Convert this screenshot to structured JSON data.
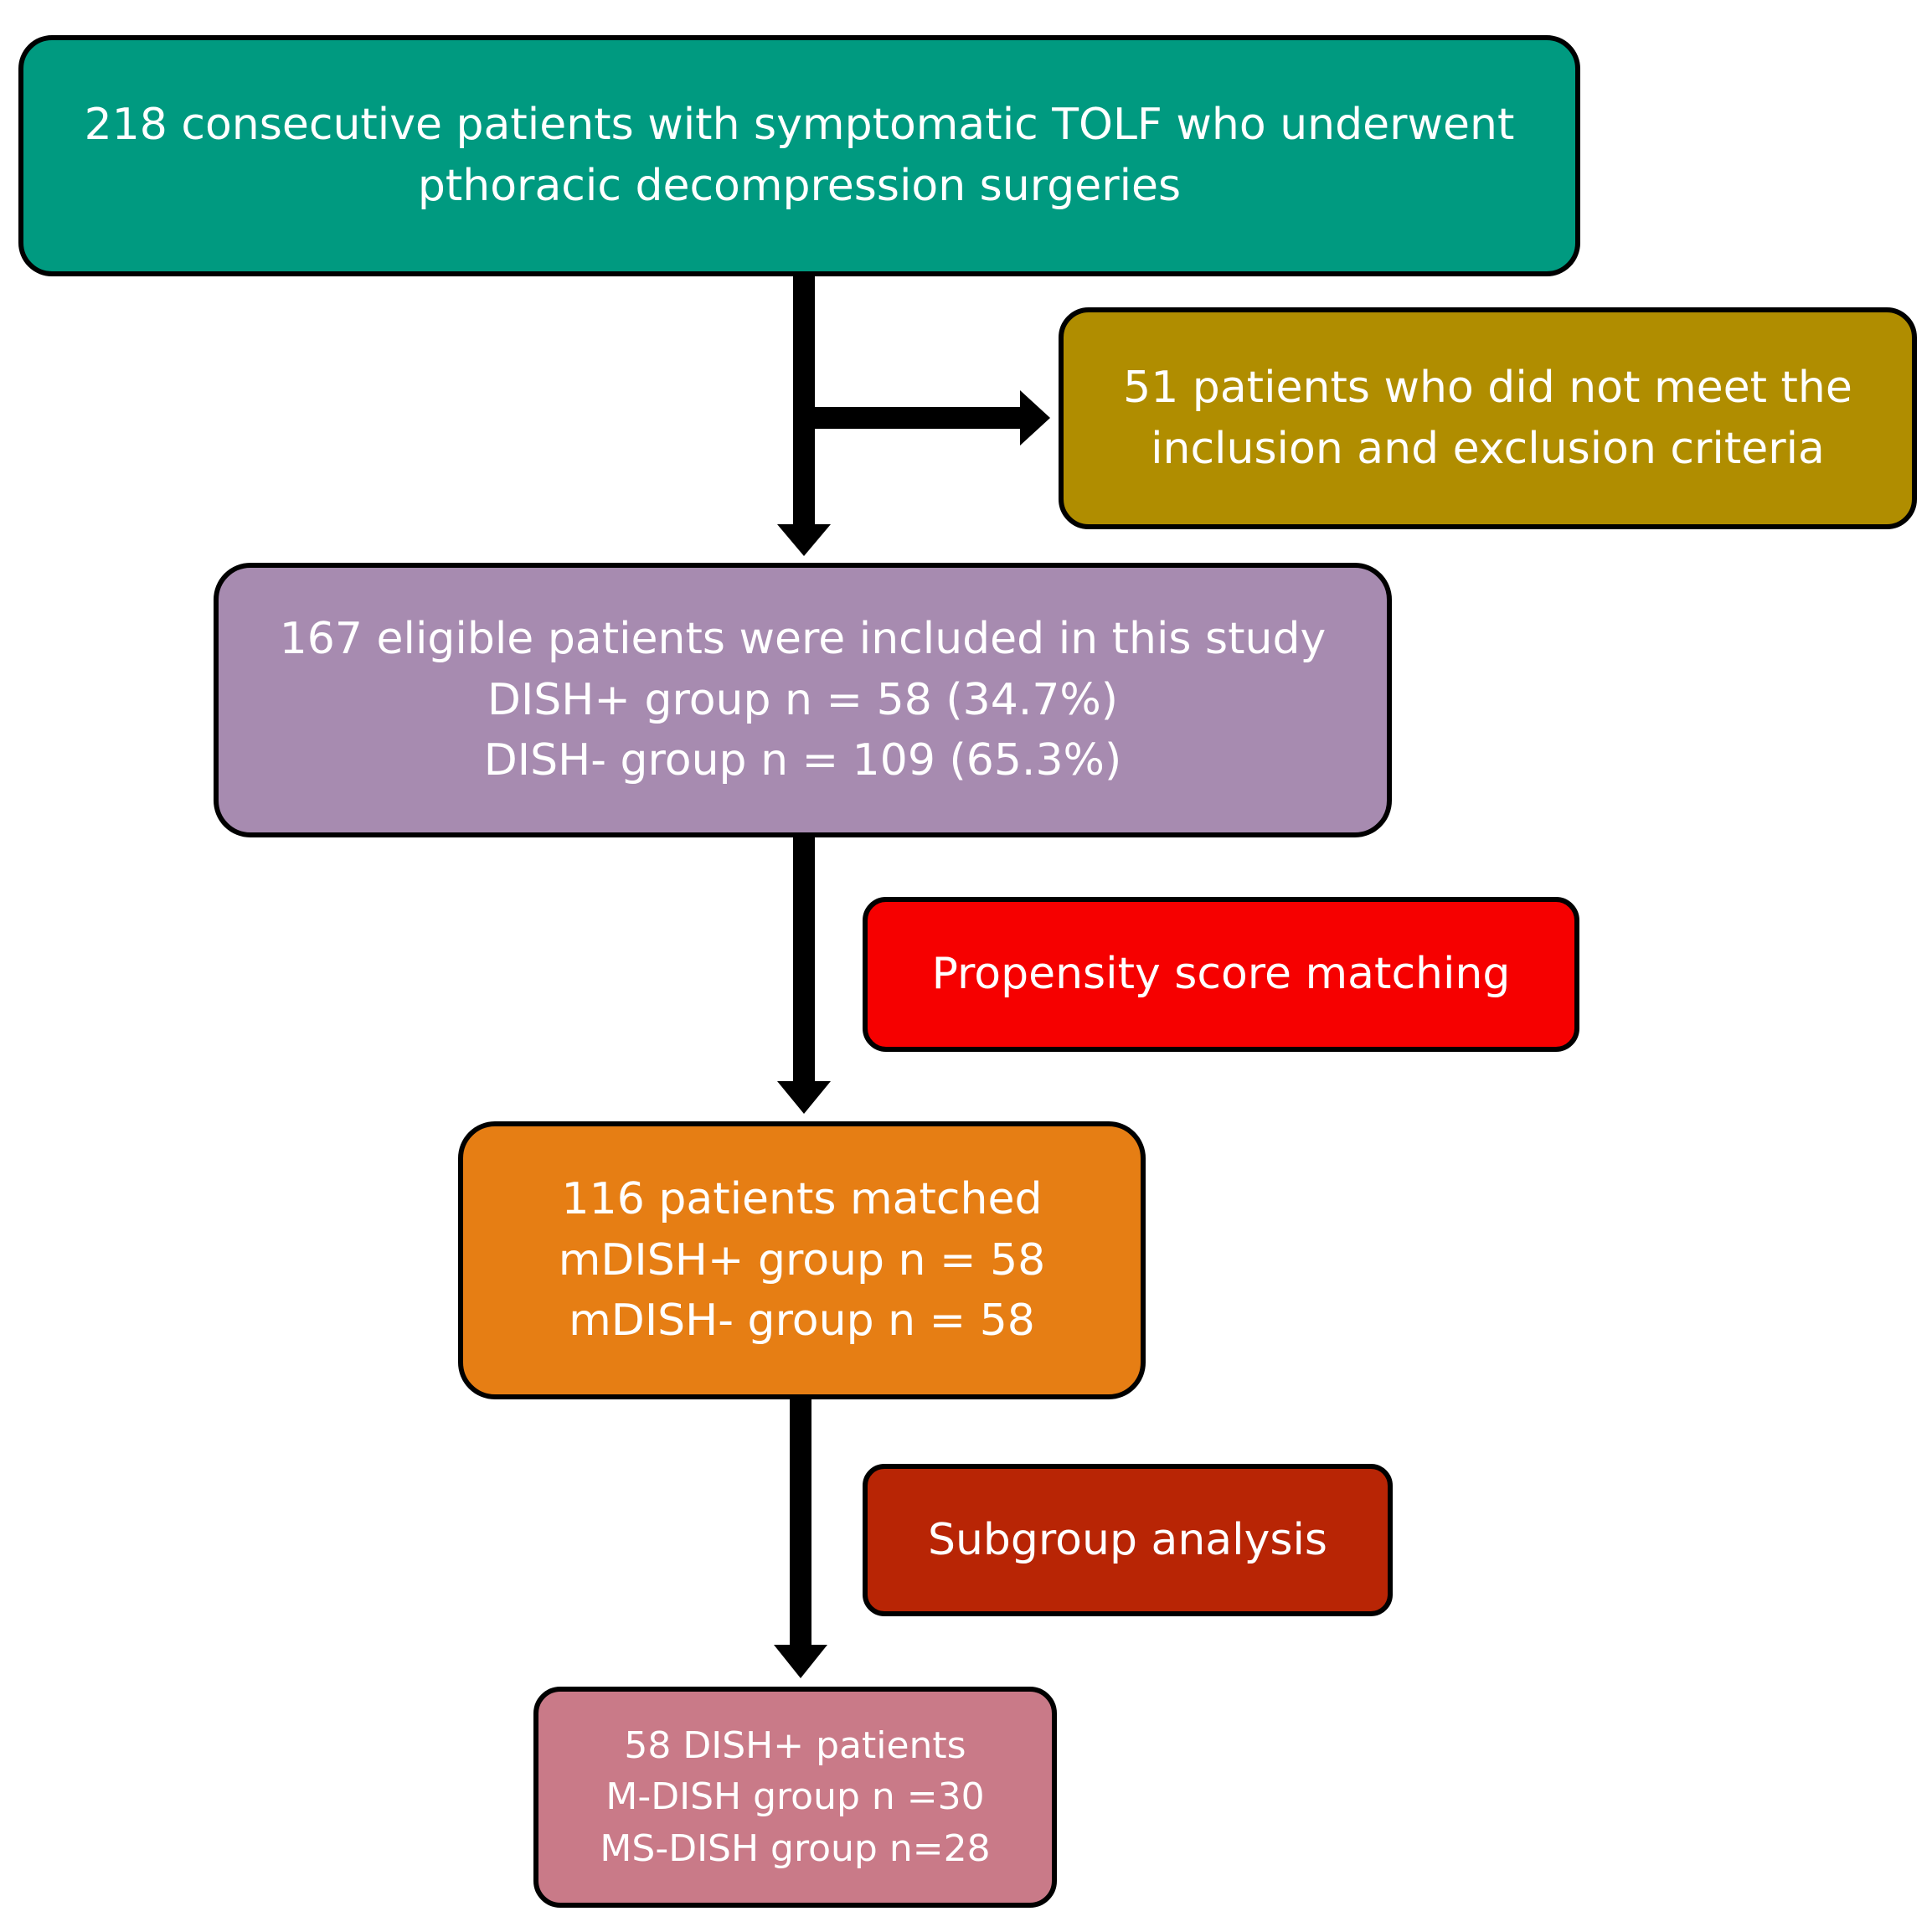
{
  "nodes": [
    {
      "id": "screened",
      "color": "#009A80",
      "lines": [
        "218 consecutive patients with symptomatic TOLF who underwent",
        "pthoracic decompression surgeries"
      ]
    },
    {
      "id": "excluded",
      "color": "#B08D00",
      "lines": [
        "51 patients who did not meet the",
        "inclusion and exclusion criteria"
      ]
    },
    {
      "id": "included",
      "color": "#A78BB0",
      "lines": [
        "167 eligible patients were included in this study",
        "DISH+ group n = 58 (34.7%)",
        "DISH-  group n = 109 (65.3%)"
      ]
    },
    {
      "id": "psm",
      "color": "#F60000",
      "lines": [
        "Propensity score matching"
      ]
    },
    {
      "id": "matched",
      "color": "#E67E14",
      "lines": [
        "116 patients matched",
        "mDISH+ group n = 58",
        "mDISH-  group n = 58"
      ]
    },
    {
      "id": "subgroup",
      "color": "#B82505",
      "lines": [
        "Subgroup analysis"
      ]
    },
    {
      "id": "dish-plus",
      "color": "#C97A88",
      "lines": [
        "58 DISH+ patients",
        "M-DISH group n =30",
        "MS-DISH group n=28"
      ]
    }
  ],
  "connector_color": "#000000"
}
